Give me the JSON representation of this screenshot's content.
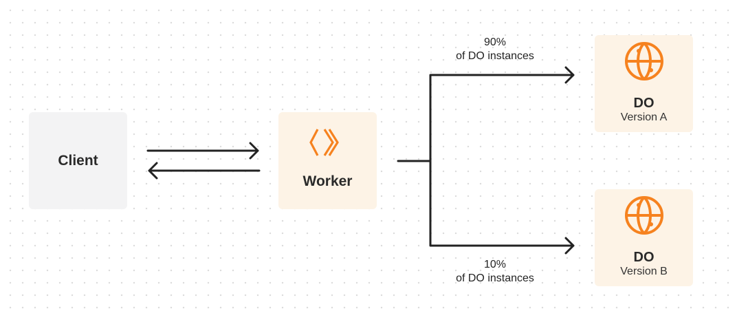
{
  "client": {
    "label": "Client"
  },
  "worker": {
    "label": "Worker"
  },
  "do_a": {
    "title": "DO",
    "subtitle": "Version A"
  },
  "do_b": {
    "title": "DO",
    "subtitle": "Version B"
  },
  "route_a": {
    "percent": "90%",
    "text": "of DO instances"
  },
  "route_b": {
    "percent": "10%",
    "text": "of DO instances"
  },
  "colors": {
    "accent": "#F6821F",
    "line": "#222222",
    "client_bg": "#F3F3F4",
    "node_bg": "#FDF3E6"
  },
  "icons": {
    "worker": "worker-chevrons-icon",
    "do": "globe-icon"
  }
}
